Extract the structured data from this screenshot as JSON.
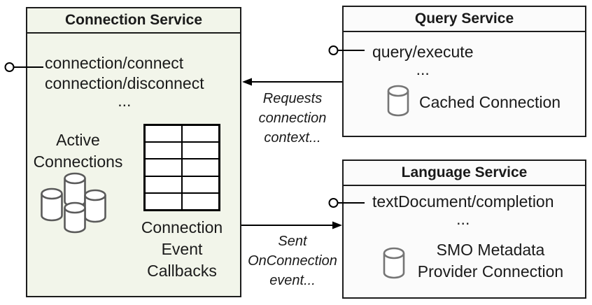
{
  "colors": {
    "canvas-bg": "#ffffff",
    "box-border": "#1c1c1c",
    "connection-fill": "#f2f5ea",
    "service-fill": "#fbfbfb",
    "text": "#1a1a1a",
    "connector": "#000000",
    "cluster-stroke": "#5a5a5a",
    "cylinder-stroke": "#757575"
  },
  "connection_service": {
    "title": "Connection Service",
    "method_1": "connection/connect",
    "method_2": "connection/disconnect",
    "ellipsis": "...",
    "active_label_line1": "Active",
    "active_label_line2": "Connections",
    "callbacks_line1": "Connection",
    "callbacks_line2": "Event",
    "callbacks_line3": "Callbacks"
  },
  "query_service": {
    "title": "Query Service",
    "method": "query/execute",
    "ellipsis": "...",
    "cache_label": "Cached Connection"
  },
  "language_service": {
    "title": "Language Service",
    "method": "textDocument/completion",
    "ellipsis": "...",
    "smo_line1": "SMO Metadata",
    "smo_line2": "Provider Connection"
  },
  "arrow_requests": {
    "line1": "Requests",
    "line2": "connection",
    "line3": "context..."
  },
  "arrow_sent": {
    "line1": "Sent",
    "line2": "OnConnection",
    "line3": "event..."
  }
}
